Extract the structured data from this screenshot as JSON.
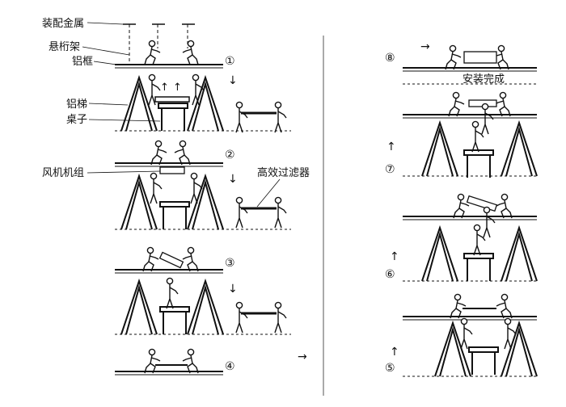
{
  "labels": {
    "assembly_fitting": "装配金属",
    "suspension_truss": "悬桁架",
    "aluminum_frame": "铝框",
    "aluminum_ladder": "铝梯",
    "table": "桌子",
    "fan_unit": "风机机组",
    "hepa_filter": "高效过滤器",
    "install_complete": "安装完成"
  },
  "steps": [
    "①",
    "②",
    "③",
    "④",
    "⑤",
    "⑥",
    "⑦",
    "⑧"
  ],
  "arrows": {
    "down": "↓",
    "up": "↑",
    "right": "→"
  }
}
